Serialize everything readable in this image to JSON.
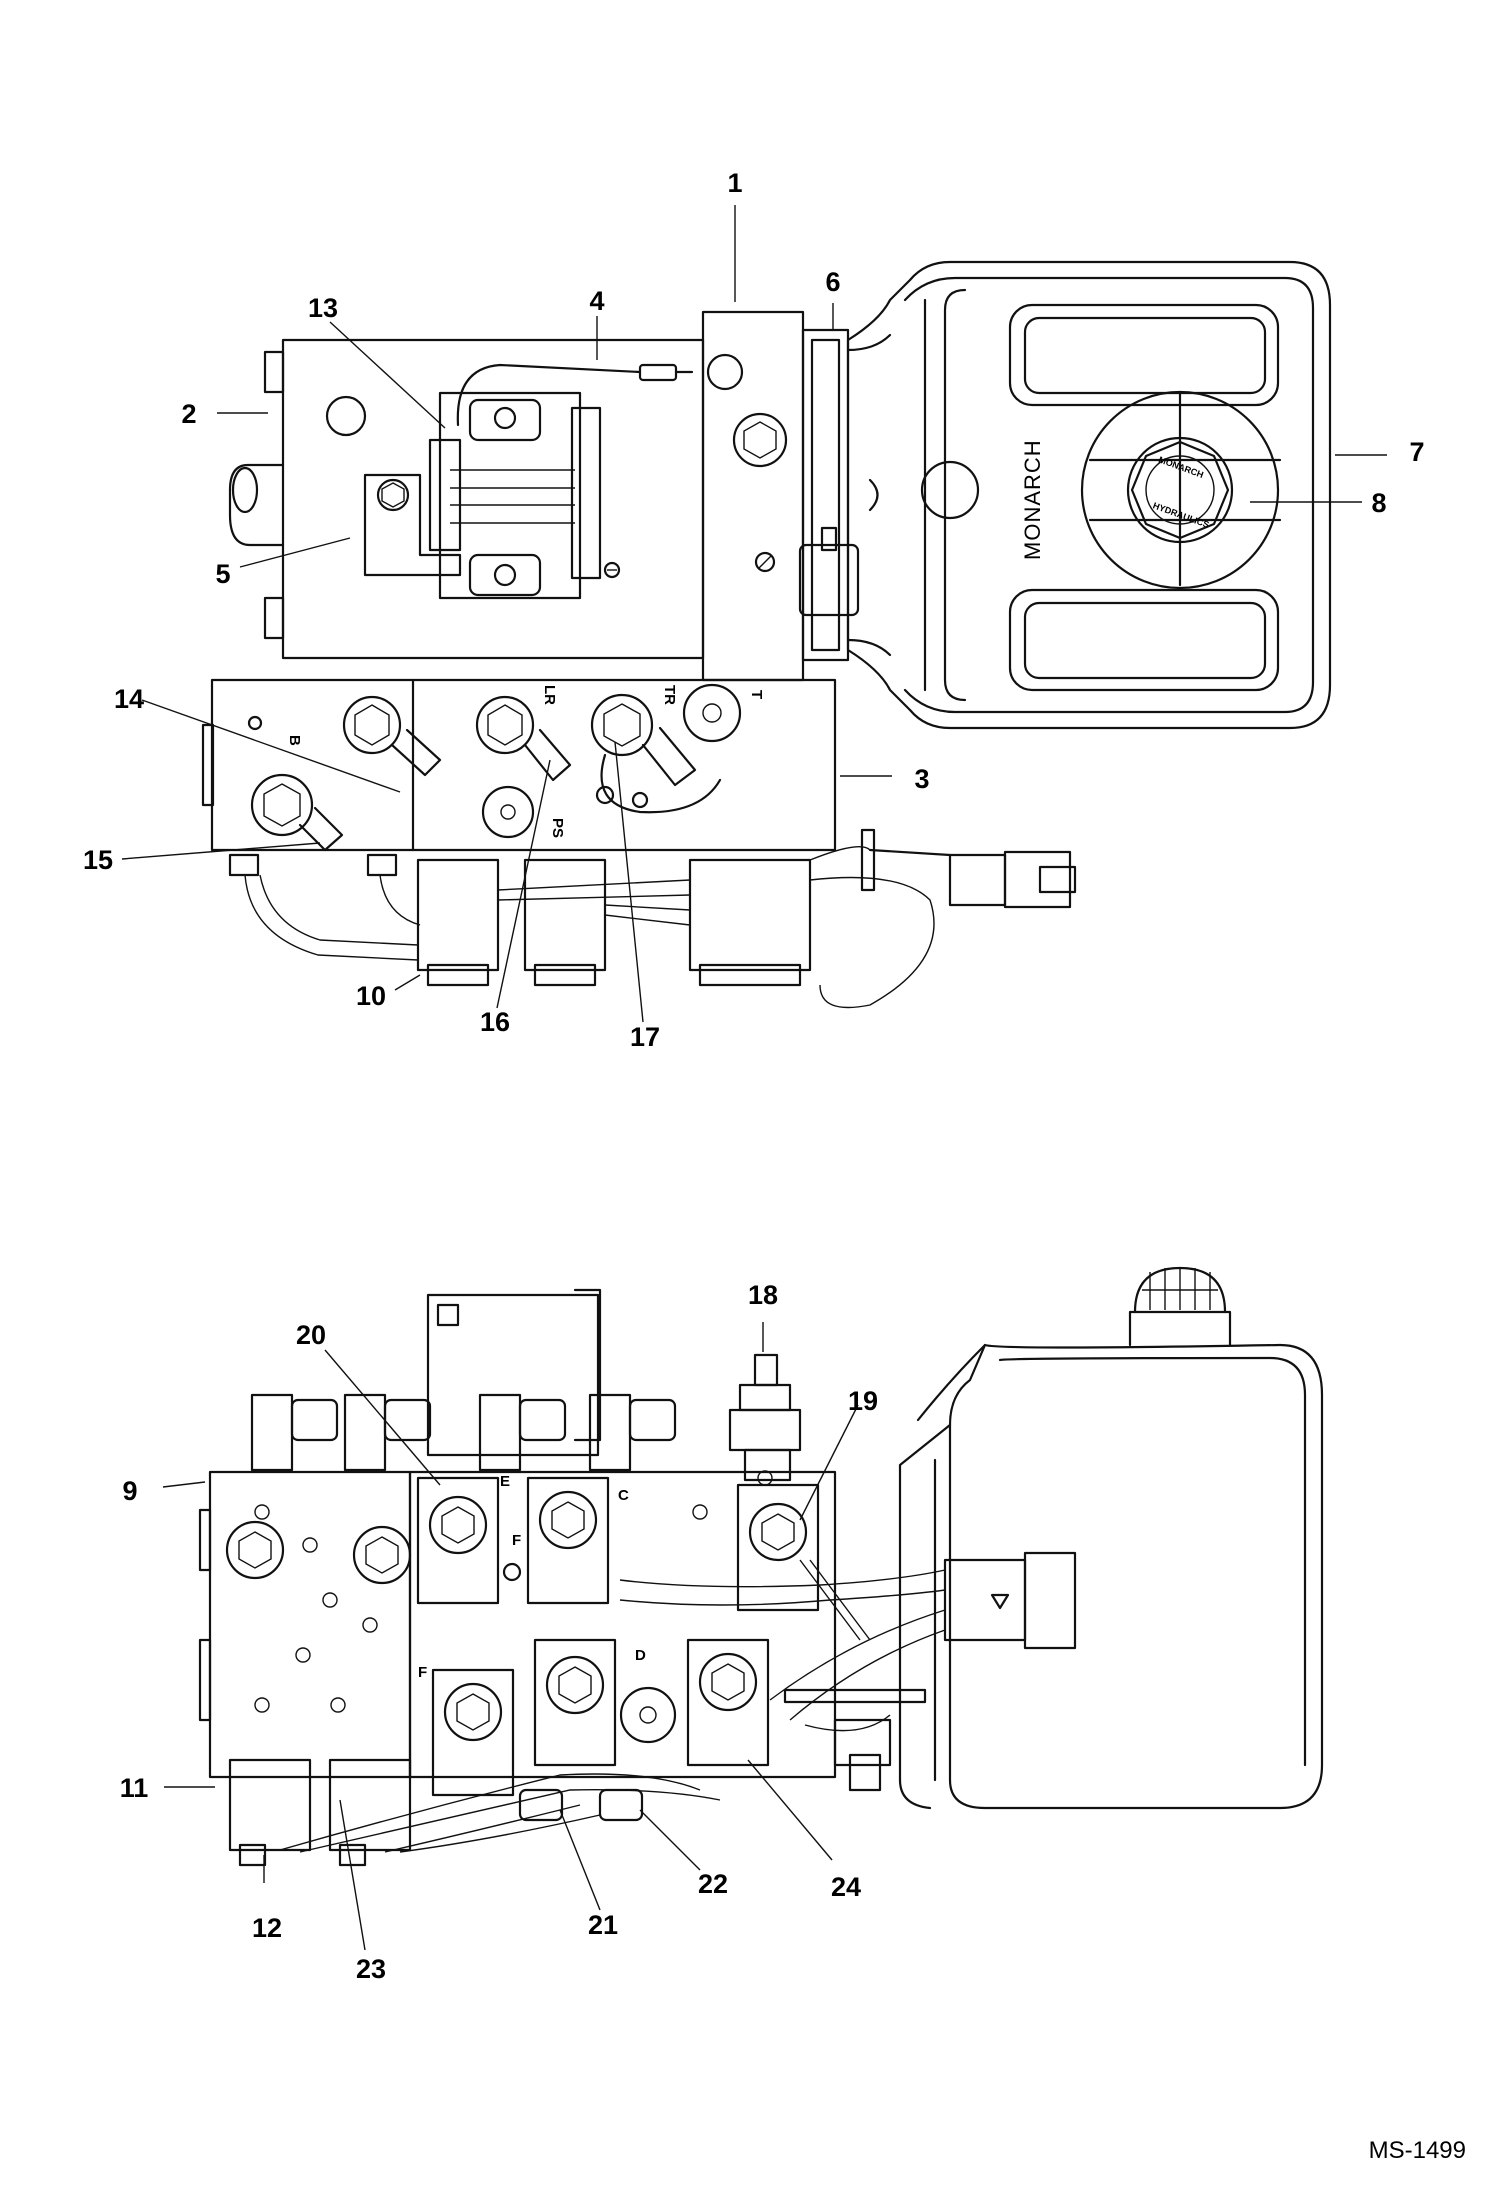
{
  "figure_id": "MS-1499",
  "brand_text": "MONARCH",
  "cap_text": [
    "MONARCH",
    "HYDRAULICS"
  ],
  "top_view": {
    "port_labels": {
      "b": "B",
      "lr": "LR",
      "tr": "TR",
      "t": "T",
      "ps": "PS"
    }
  },
  "bottom_view": {
    "valve_labels": {
      "e": "E",
      "f1": "F",
      "c": "C",
      "d": "D",
      "f2": "F"
    }
  },
  "callouts": [
    {
      "id": "c1",
      "label": "1"
    },
    {
      "id": "c2",
      "label": "2"
    },
    {
      "id": "c3",
      "label": "3"
    },
    {
      "id": "c4",
      "label": "4"
    },
    {
      "id": "c5",
      "label": "5"
    },
    {
      "id": "c6",
      "label": "6"
    },
    {
      "id": "c7",
      "label": "7"
    },
    {
      "id": "c8",
      "label": "8"
    },
    {
      "id": "c9",
      "label": "9"
    },
    {
      "id": "c10",
      "label": "10"
    },
    {
      "id": "c11",
      "label": "11"
    },
    {
      "id": "c12",
      "label": "12"
    },
    {
      "id": "c13",
      "label": "13"
    },
    {
      "id": "c14",
      "label": "14"
    },
    {
      "id": "c15",
      "label": "15"
    },
    {
      "id": "c16",
      "label": "16"
    },
    {
      "id": "c17",
      "label": "17"
    },
    {
      "id": "c18",
      "label": "18"
    },
    {
      "id": "c19",
      "label": "19"
    },
    {
      "id": "c20",
      "label": "20"
    },
    {
      "id": "c21",
      "label": "21"
    },
    {
      "id": "c22",
      "label": "22"
    },
    {
      "id": "c23",
      "label": "23"
    },
    {
      "id": "c24",
      "label": "24"
    }
  ]
}
